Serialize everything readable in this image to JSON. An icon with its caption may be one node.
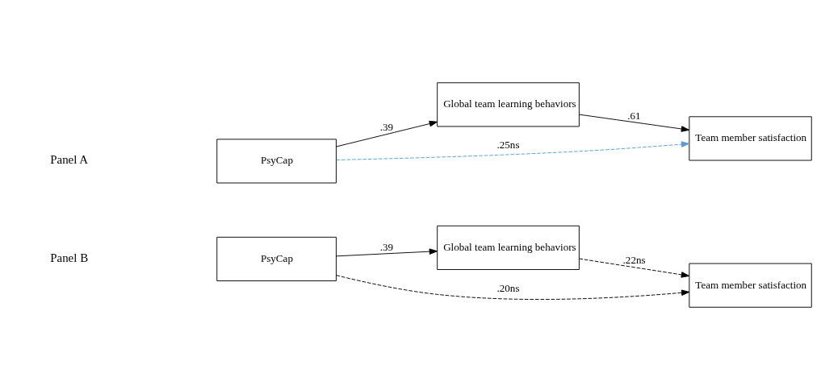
{
  "diagram": {
    "nodes": [
      {
        "text": [
          "Global team learning behaviors"
        ]
      },
      {
        "text": [
          "PsyCap"
        ]
      },
      {
        "text": [
          "Team member satisfaction"
        ]
      },
      {
        "text": [
          "Global team learning behaviors"
        ]
      },
      {
        "text": [
          "PsyCap"
        ]
      },
      {
        "text": [
          "Team member satisfaction"
        ]
      }
    ],
    "edges": [
      {
        "from": 1,
        "to": 0,
        "arrow": "to",
        "label": ".39"
      },
      {
        "from": 0,
        "to": 2,
        "arrow": "to",
        "label": ".61"
      },
      {
        "from": 1,
        "to": 2,
        "arrow": "to",
        "label": ".25ns",
        "style": "dashed",
        "color": "#5b9bd5"
      },
      {
        "from": 4,
        "to": 3,
        "arrow": "to",
        "label": ".39"
      },
      {
        "from": 3,
        "to": 5,
        "arrow": "to",
        "label": ".22ns",
        "style": "dashed"
      },
      {
        "from": 4,
        "to": 5,
        "arrow": "to",
        "label": ".20ns",
        "style": "dashed"
      }
    ],
    "labels": [
      "Panel A",
      "Panel B"
    ]
  }
}
